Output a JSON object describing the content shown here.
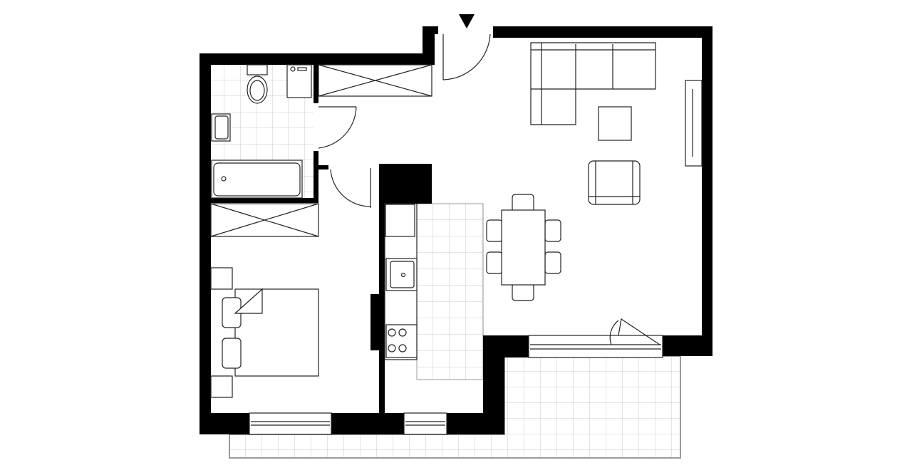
{
  "plan": {
    "colors": {
      "wall": "#000000",
      "line": "#222222",
      "tile": "#c8c8c8",
      "background": "#ffffff"
    },
    "rooms": [
      "bathroom",
      "hall",
      "bedroom",
      "kitchen",
      "living-room",
      "balcony"
    ],
    "entrance_marker": "triangle-down-icon"
  }
}
